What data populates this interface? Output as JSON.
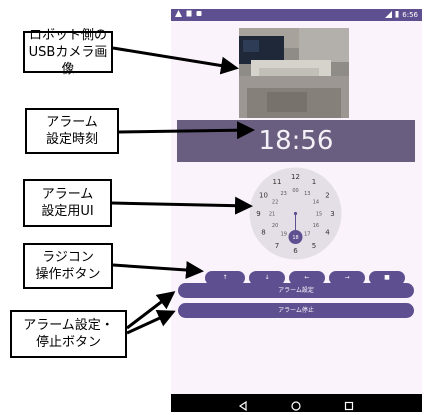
{
  "callouts": {
    "camera": {
      "line1": "ロボット側の",
      "line2": "USBカメラ画像"
    },
    "alarm_time": {
      "line1": "アラーム",
      "line2": "設定時刻"
    },
    "alarm_ui": {
      "line1": "アラーム",
      "line2": "設定用UI"
    },
    "radio": {
      "line1": "ラジコン",
      "line2": "操作ボタン"
    },
    "alarm_buttons": {
      "line1": "アラーム設定・",
      "line2": "停止ボタン"
    }
  },
  "phone": {
    "status_time": "6:56",
    "alarm_time": "18:56",
    "clock": {
      "outer": [
        "12",
        "1",
        "2",
        "3",
        "4",
        "5",
        "6",
        "7",
        "8",
        "9",
        "10",
        "11"
      ],
      "inner": [
        "00",
        "13",
        "14",
        "15",
        "16",
        "17",
        "18",
        "19",
        "20",
        "21",
        "22",
        "23"
      ],
      "selected": "18"
    },
    "control_buttons": [
      "↑",
      "↓",
      "←",
      "→",
      "■"
    ],
    "set_alarm_label": "アラーム設定",
    "stop_alarm_label": "アラーム停止"
  },
  "colors": {
    "accent": "#5d4f90",
    "time_banner": "#6a5e80",
    "background": "#fbf3fb"
  }
}
